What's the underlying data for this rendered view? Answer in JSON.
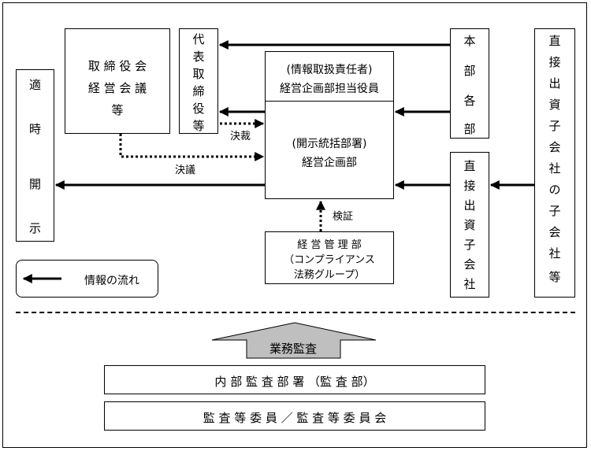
{
  "nodes": {
    "tekiji": [
      "適",
      "時",
      "開",
      "示"
    ],
    "board": [
      "取 締 役 会",
      "経 営 会 議",
      "等"
    ],
    "daihyo": [
      "代",
      "表",
      "取",
      "締",
      "役",
      "等"
    ],
    "officer": [
      "(情報取扱責任者)",
      "経営企画部担当役員"
    ],
    "planning": [
      "(開示統括部署)",
      "経営企画部"
    ],
    "honbu": [
      "本",
      "部",
      "各",
      "部"
    ],
    "subsidiary": [
      "直",
      "接",
      "出",
      "資",
      "子",
      "会",
      "社"
    ],
    "sub_sub": [
      "直",
      "接",
      "出",
      "資",
      "子",
      "会",
      "社",
      "の",
      "子",
      "会",
      "社",
      "等"
    ],
    "mgmt": [
      "経 営 管 理 部",
      "（コンプライアンス",
      "法務グループ）"
    ],
    "audit_dept": "内 部 監 査 部 署 （監 査 部）",
    "audit_committee": "監 査 等 委 員 ／ 監 査 等 委 員 会"
  },
  "labels": {
    "kessai": "決裁",
    "kengi": "決議",
    "kensho": "検証",
    "legend": "情報の流れ",
    "business_audit": "業務監査"
  },
  "colors": {
    "line": "#000000",
    "audit_arrow_fill": "#bfbfbf"
  }
}
